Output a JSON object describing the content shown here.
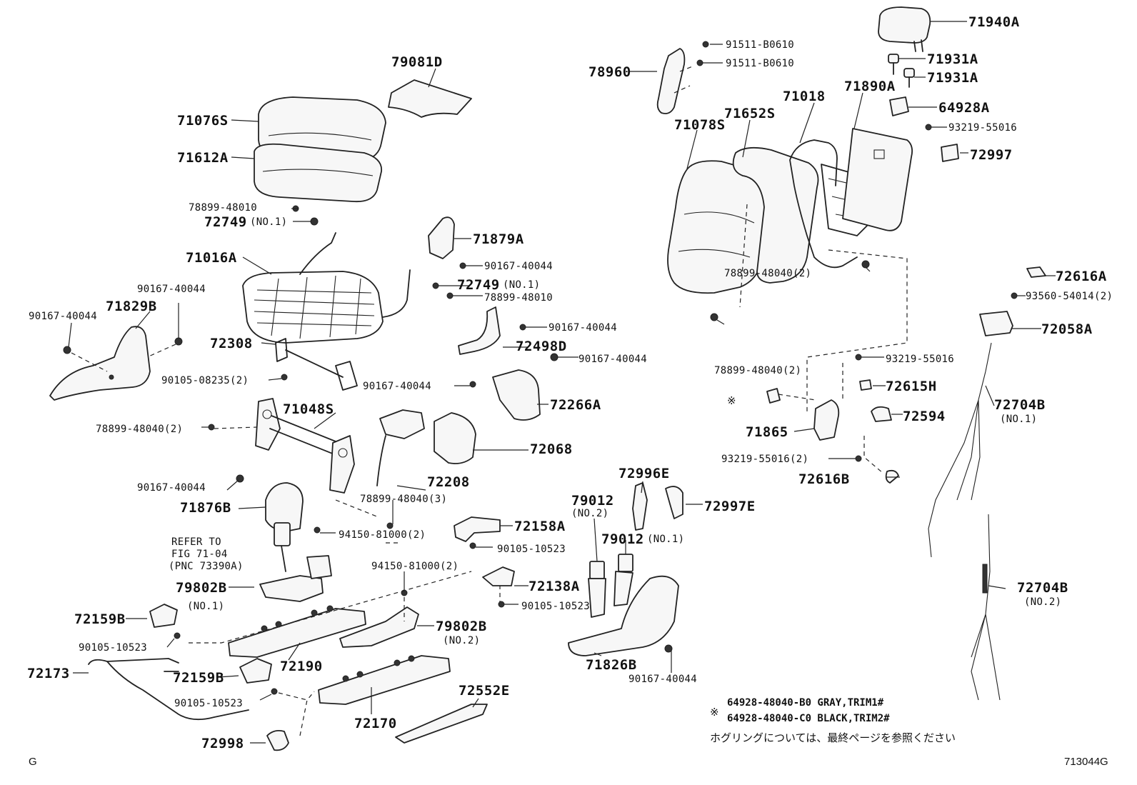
{
  "labels": {
    "p71940A": "71940A",
    "p91511a": "91511-B0610",
    "p91511b": "91511-B0610",
    "p71931A1": "71931A",
    "p71931A2": "71931A",
    "p78960": "78960",
    "p71018": "71018",
    "p71890A": "71890A",
    "p64928A": "64928A",
    "p71652S": "71652S",
    "p71078S": "71078S",
    "p93219a": "93219-55016",
    "p72997": "72997",
    "p79081D": "79081D",
    "p71076S": "71076S",
    "p71612A": "71612A",
    "p78899_48010a": "78899-48010",
    "p72749a": "72749",
    "p72749a_sub": "(NO.1)",
    "p71879A": "71879A",
    "p90167_a": "90167-40044",
    "p72749b": "72749",
    "p72749b_sub": "(NO.1)",
    "p78899_48010b": "78899-48010",
    "p71016A": "71016A",
    "p90167_b": "90167-40044",
    "p71829B": "71829B",
    "p90167_c": "90167-40044",
    "p90167_d": "90167-40044",
    "p72498D": "72498D",
    "p72308": "72308",
    "p90167_e": "90167-40044",
    "p90105_08235": "90105-08235(2)",
    "p90167_f": "90167-40044",
    "p72266A": "72266A",
    "p71048S": "71048S",
    "p78899_48040_2a": "78899-48040(2)",
    "p72068": "72068",
    "p72208": "72208",
    "p78899_48040_3": "78899-48040(3)",
    "p90167_g": "90167-40044",
    "p71876B": "71876B",
    "p78899_48040_2b": "78899-48040(2)",
    "p78899_48040_2c": "78899-48040(2)",
    "p72616A": "72616A",
    "p93560": "93560-54014(2)",
    "p72058A": "72058A",
    "p93219b": "93219-55016",
    "p72615H": "72615H",
    "p72594": "72594",
    "p71865": "71865",
    "p93219c": "93219-55016(2)",
    "p72616B": "72616B",
    "p72704B1": "72704B",
    "p72704B1_sub": "(NO.1)",
    "p72704B2": "72704B",
    "p72704B2_sub": "(NO.2)",
    "p72996E": "72996E",
    "p72997E": "72997E",
    "p79012a": "79012",
    "p79012a_sub": "(NO.2)",
    "p79012b": "79012",
    "p79012b_sub": "(NO.1)",
    "p72158A": "72158A",
    "p94150a": "94150-81000(2)",
    "p90105_10523a": "90105-10523",
    "p94150b": "94150-81000(2)",
    "p72138A": "72138A",
    "p90105_10523b": "90105-10523",
    "p79802B1": "79802B",
    "p79802B1_sub": "(NO.1)",
    "p79802B2": "79802B",
    "p79802B2_sub": "(NO.2)",
    "p71826B": "71826B",
    "p90167_h": "90167-40044",
    "p72159B1": "72159B",
    "p90105_10523c": "90105-10523",
    "p72190": "72190",
    "p72173": "72173",
    "p72159B2": "72159B",
    "p90105_10523d": "90105-10523",
    "p72170": "72170",
    "p72552E": "72552E",
    "p72998": "72998"
  },
  "refer": {
    "line1": "REFER TO",
    "line2": "FIG 71-04",
    "line3": "(PNC 73390A)"
  },
  "legend": {
    "mark": "※",
    "line1": "64928-48040-B0 GRAY,TRIM1#",
    "line2": "64928-48040-C0 BLACK,TRIM2#",
    "note": "ホグリングについては、最終ページを参照ください"
  },
  "marker": "※",
  "corner_left": "G",
  "corner_right": "713044G"
}
